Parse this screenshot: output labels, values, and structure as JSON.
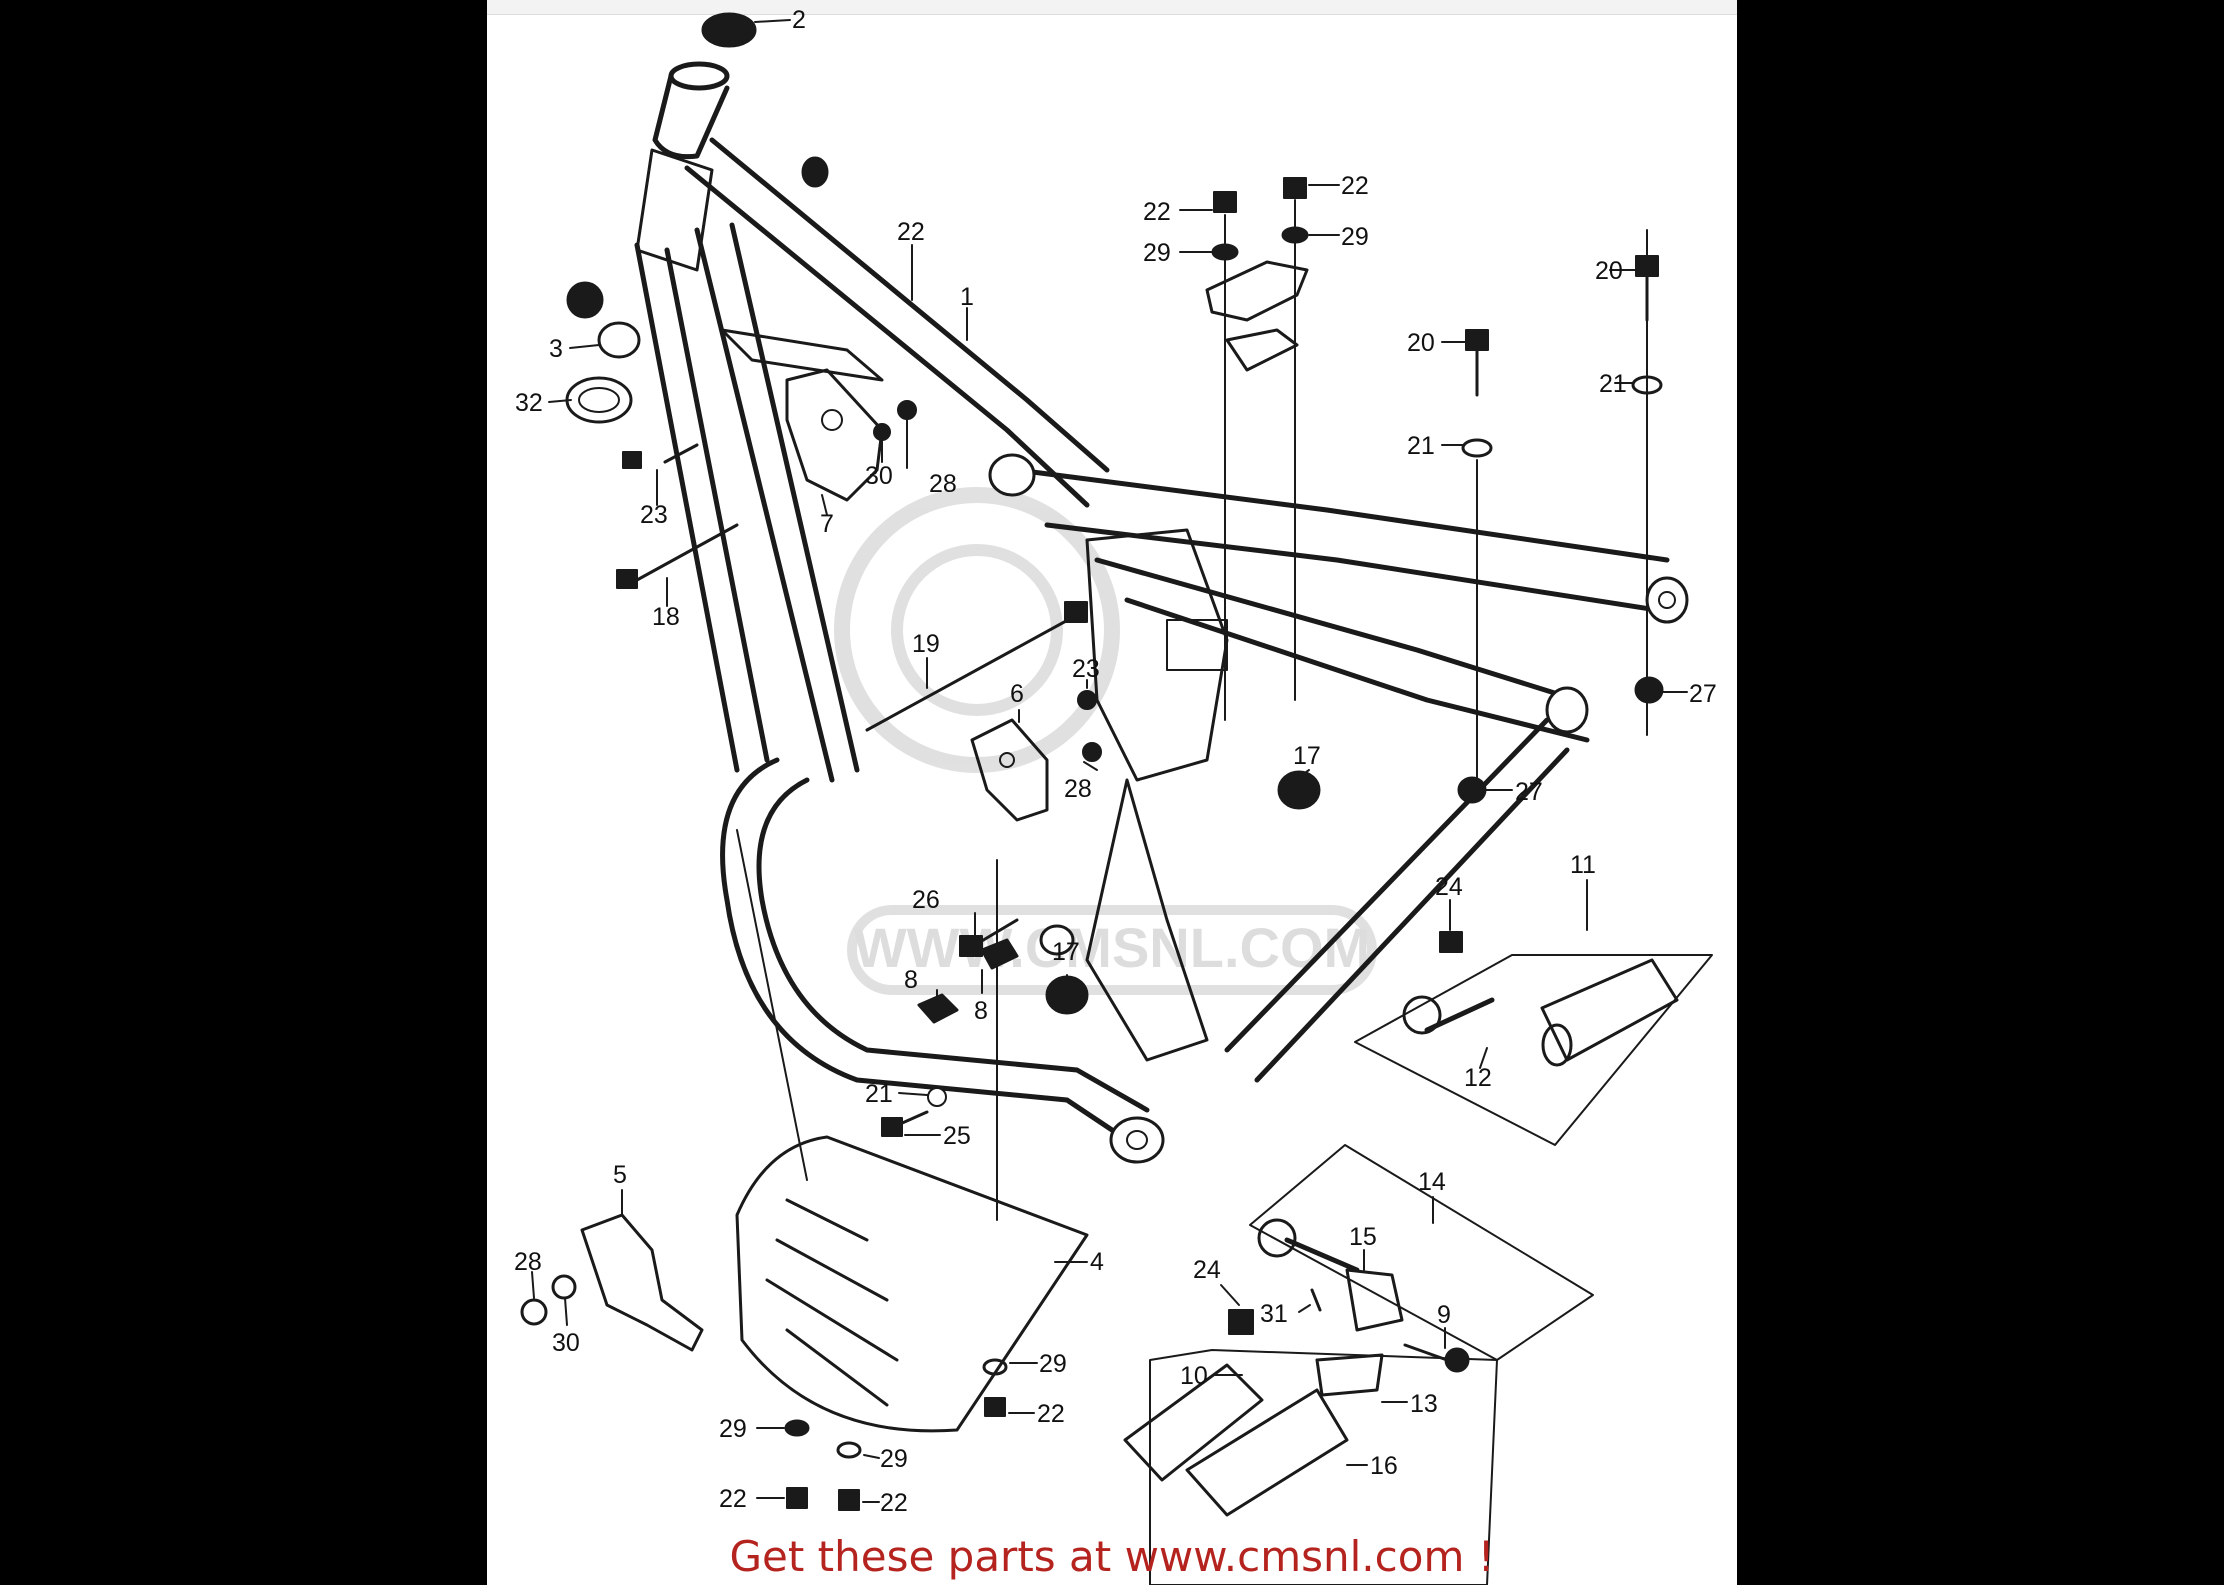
{
  "banner": {
    "text": "Get these parts at www.cmsnl.com !",
    "color": "#b5231f"
  },
  "watermark": {
    "text": "WWW.CMSNL.COM"
  },
  "callouts": [
    {
      "id": "c2",
      "label": "2"
    },
    {
      "id": "c22a",
      "label": "22"
    },
    {
      "id": "c1",
      "label": "1"
    },
    {
      "id": "c3",
      "label": "3"
    },
    {
      "id": "c32",
      "label": "32"
    },
    {
      "id": "c23a",
      "label": "23"
    },
    {
      "id": "c7",
      "label": "7"
    },
    {
      "id": "c30a",
      "label": "30"
    },
    {
      "id": "c28a",
      "label": "28"
    },
    {
      "id": "c18",
      "label": "18"
    },
    {
      "id": "c19",
      "label": "19"
    },
    {
      "id": "c23b",
      "label": "23"
    },
    {
      "id": "c6",
      "label": "6"
    },
    {
      "id": "c28b",
      "label": "28"
    },
    {
      "id": "c22b",
      "label": "22"
    },
    {
      "id": "c22c",
      "label": "22"
    },
    {
      "id": "c29a",
      "label": "29"
    },
    {
      "id": "c29b",
      "label": "29"
    },
    {
      "id": "c20a",
      "label": "20"
    },
    {
      "id": "c20b",
      "label": "20"
    },
    {
      "id": "c21a",
      "label": "21"
    },
    {
      "id": "c21b",
      "label": "21"
    },
    {
      "id": "c27a",
      "label": "27"
    },
    {
      "id": "c27b",
      "label": "27"
    },
    {
      "id": "c17a",
      "label": "17"
    },
    {
      "id": "c17b",
      "label": "17"
    },
    {
      "id": "c26",
      "label": "26"
    },
    {
      "id": "c8a",
      "label": "8"
    },
    {
      "id": "c8b",
      "label": "8"
    },
    {
      "id": "c21c",
      "label": "21"
    },
    {
      "id": "c25",
      "label": "25"
    },
    {
      "id": "c11",
      "label": "11"
    },
    {
      "id": "c24a",
      "label": "24"
    },
    {
      "id": "c12",
      "label": "12"
    },
    {
      "id": "c14",
      "label": "14"
    },
    {
      "id": "c15",
      "label": "15"
    },
    {
      "id": "c24b",
      "label": "24"
    },
    {
      "id": "c31",
      "label": "31"
    },
    {
      "id": "c9",
      "label": "9"
    },
    {
      "id": "c10",
      "label": "10"
    },
    {
      "id": "c13",
      "label": "13"
    },
    {
      "id": "c16",
      "label": "16"
    },
    {
      "id": "c5",
      "label": "5"
    },
    {
      "id": "c4",
      "label": "4"
    },
    {
      "id": "c28c",
      "label": "28"
    },
    {
      "id": "c30b",
      "label": "30"
    },
    {
      "id": "c29c",
      "label": "29"
    },
    {
      "id": "c22d",
      "label": "22"
    },
    {
      "id": "c29d",
      "label": "29"
    },
    {
      "id": "c29e",
      "label": "29"
    },
    {
      "id": "c22e",
      "label": "22"
    },
    {
      "id": "c22f",
      "label": "22"
    }
  ]
}
